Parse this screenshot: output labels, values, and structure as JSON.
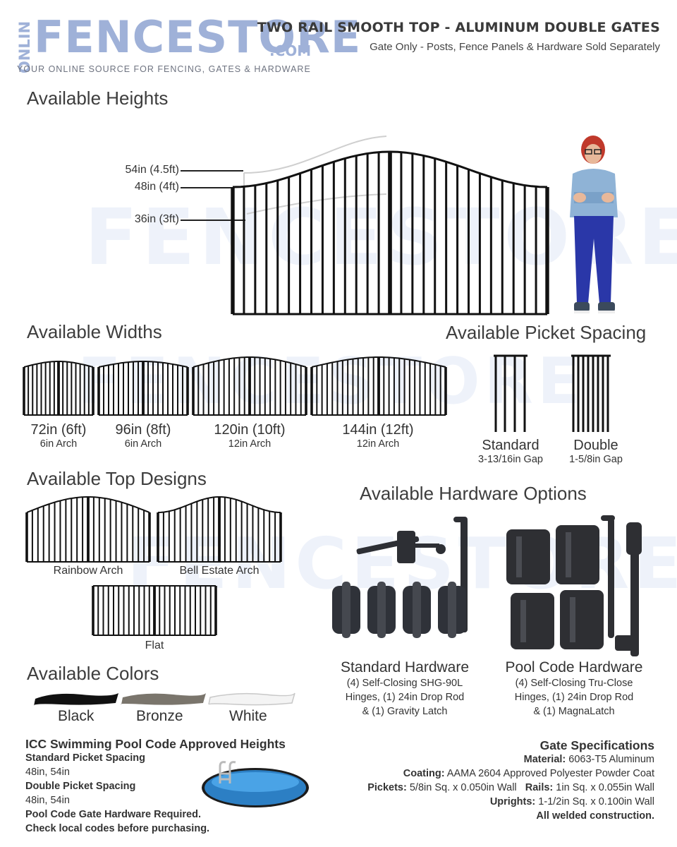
{
  "logo": {
    "online": "ONLINE",
    "main": "FENCESTORE",
    "com": ".COM",
    "tagline": "YOUR ONLINE SOURCE FOR FENCING, GATES & HARDWARE"
  },
  "header": {
    "title": "TWO RAIL SMOOTH TOP - ALUMINUM DOUBLE GATES",
    "subtitle": "Gate Only - Posts, Fence Panels & Hardware Sold Separately"
  },
  "heights": {
    "title": "Available Heights",
    "labels": [
      "54in (4.5ft)",
      "48in (4ft)",
      "36in (3ft)"
    ]
  },
  "widths": {
    "title": "Available Widths",
    "items": [
      {
        "size": "72in (6ft)",
        "arch": "6in Arch"
      },
      {
        "size": "96in (8ft)",
        "arch": "6in Arch"
      },
      {
        "size": "120in (10ft)",
        "arch": "12in Arch"
      },
      {
        "size": "144in (12ft)",
        "arch": "12in Arch"
      }
    ]
  },
  "spacing": {
    "title": "Available Picket Spacing",
    "items": [
      {
        "name": "Standard",
        "gap": "3-13/16in Gap"
      },
      {
        "name": "Double",
        "gap": "1-5/8in Gap"
      }
    ]
  },
  "designs": {
    "title": "Available Top Designs",
    "items": [
      "Rainbow Arch",
      "Bell Estate Arch",
      "Flat"
    ]
  },
  "hardware": {
    "title": "Available Hardware Options",
    "items": [
      {
        "name": "Standard Hardware",
        "desc": [
          "(4) Self-Closing SHG-90L",
          "Hinges, (1) 24in Drop Rod",
          "& (1) Gravity Latch"
        ]
      },
      {
        "name": "Pool Code Hardware",
        "desc": [
          "(4) Self-Closing Tru-Close",
          "Hinges, (1) 24in Drop Rod",
          "& (1) MagnaLatch"
        ]
      }
    ]
  },
  "colors": {
    "title": "Available Colors",
    "items": [
      {
        "name": "Black",
        "hex": "#111111"
      },
      {
        "name": "Bronze",
        "hex": "#7a756c"
      },
      {
        "name": "White",
        "hex": "#f4f4f4"
      }
    ]
  },
  "pool": {
    "title": "ICC Swimming Pool Code Approved Heights",
    "std_label": "Standard Picket Spacing",
    "std_heights": "48in, 54in",
    "dbl_label": "Double Picket Spacing",
    "dbl_heights": "48in, 54in",
    "note1": "Pool Code Gate Hardware Required.",
    "note2": "Check local codes before purchasing."
  },
  "specs": {
    "title": "Gate Specifications",
    "rows": [
      {
        "label": "Material:",
        "value": "6063-T5 Aluminum"
      },
      {
        "label": "Coating:",
        "value": "AAMA 2604 Approved Polyester Powder Coat"
      },
      {
        "label": "Pickets:",
        "value": "5/8in Sq. x 0.050in Wall",
        "label2": "Rails:",
        "value2": "1in Sq. x 0.055in Wall"
      },
      {
        "label": "Uprights:",
        "value": "1-1/2in Sq. x 0.100in Wall"
      }
    ],
    "footer": "All welded construction."
  },
  "accent": "#9fb1d8"
}
